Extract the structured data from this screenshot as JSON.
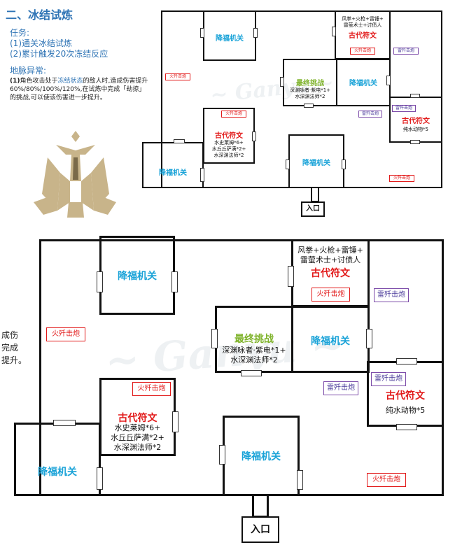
{
  "header": {
    "title": "二、冰结试炼",
    "task_heading": "任务:",
    "task_1": "(1)通关冰结试炼",
    "task_2": "(2)累计触发20次冻结反应",
    "anomaly_heading": "地脉异常:",
    "anomaly_prefix": "(1)",
    "anomaly_text_1": "角色攻击处于",
    "anomaly_highlight": "冻结状态",
    "anomaly_text_2": "的敌人时,造成伤害提升60%/80%/100%/120%,在试炼中完成「劫掠」的挑战,可以使该伤害进一步提升。"
  },
  "cut_text": [
    "成伤",
    "完成",
    "提升。"
  ],
  "map": {
    "blessing_mechanism": "降福机关",
    "ancient_rune": "古代符文",
    "final_challenge": "最终挑战",
    "fire_cannon": "火歼击炮",
    "thunder_cannon": "雷歼击炮",
    "entrance": "入口",
    "rune_top_line1": "风拳+火枪+雷锤+",
    "rune_top_line2": "雷萤术士+讨债人",
    "rune_left_line1": "水史莱姆*6+",
    "rune_left_line2": "水丘丘萨满*2+",
    "rune_left_line3": "水深渊法师*2",
    "final_line1": "深渊咏者·紫电*1+",
    "final_line2": "水深渊法师*2",
    "rune_right_line1": "纯水动物*5"
  },
  "colors": {
    "title_blue": "#2f74b5",
    "room_blue": "#1aa3d8",
    "rune_red": "#e21a1a",
    "final_green": "#7fb32b",
    "thunder_purple": "#7b4aa8"
  }
}
